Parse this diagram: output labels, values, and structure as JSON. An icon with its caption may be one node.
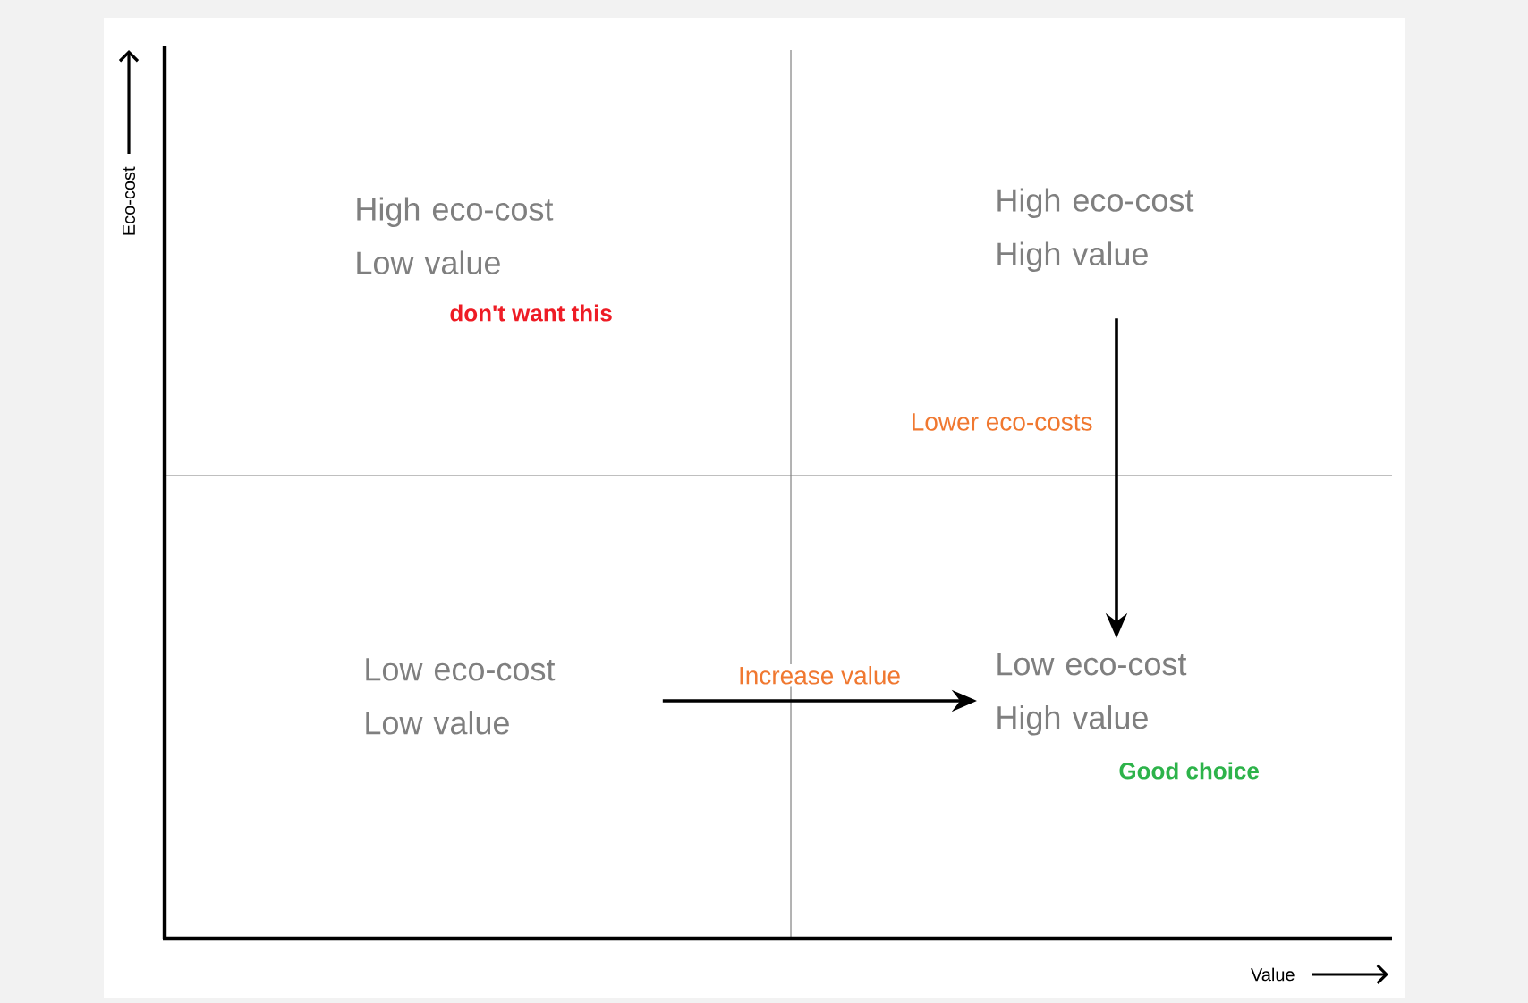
{
  "diagram": {
    "nodes": [
      {
        "text": [
          "High eco-cost Low value"
        ],
        "beside": [
          "don't want this"
        ]
      },
      {
        "text": [
          "High eco-cost High value"
        ]
      },
      {
        "text": [
          "Low eco-cost Low value"
        ]
      },
      {
        "text": [
          "Low eco-cost High value"
        ],
        "beside": [
          "Good choice"
        ]
      }
    ],
    "edges": [
      {
        "from": 1,
        "to": 3,
        "arrow": "to",
        "label": "Lower eco-costs"
      },
      {
        "from": 2,
        "to": 3,
        "arrow": "to",
        "label": "Increase value"
      }
    ],
    "labels": [
      "Eco-cost",
      "Value"
    ]
  }
}
